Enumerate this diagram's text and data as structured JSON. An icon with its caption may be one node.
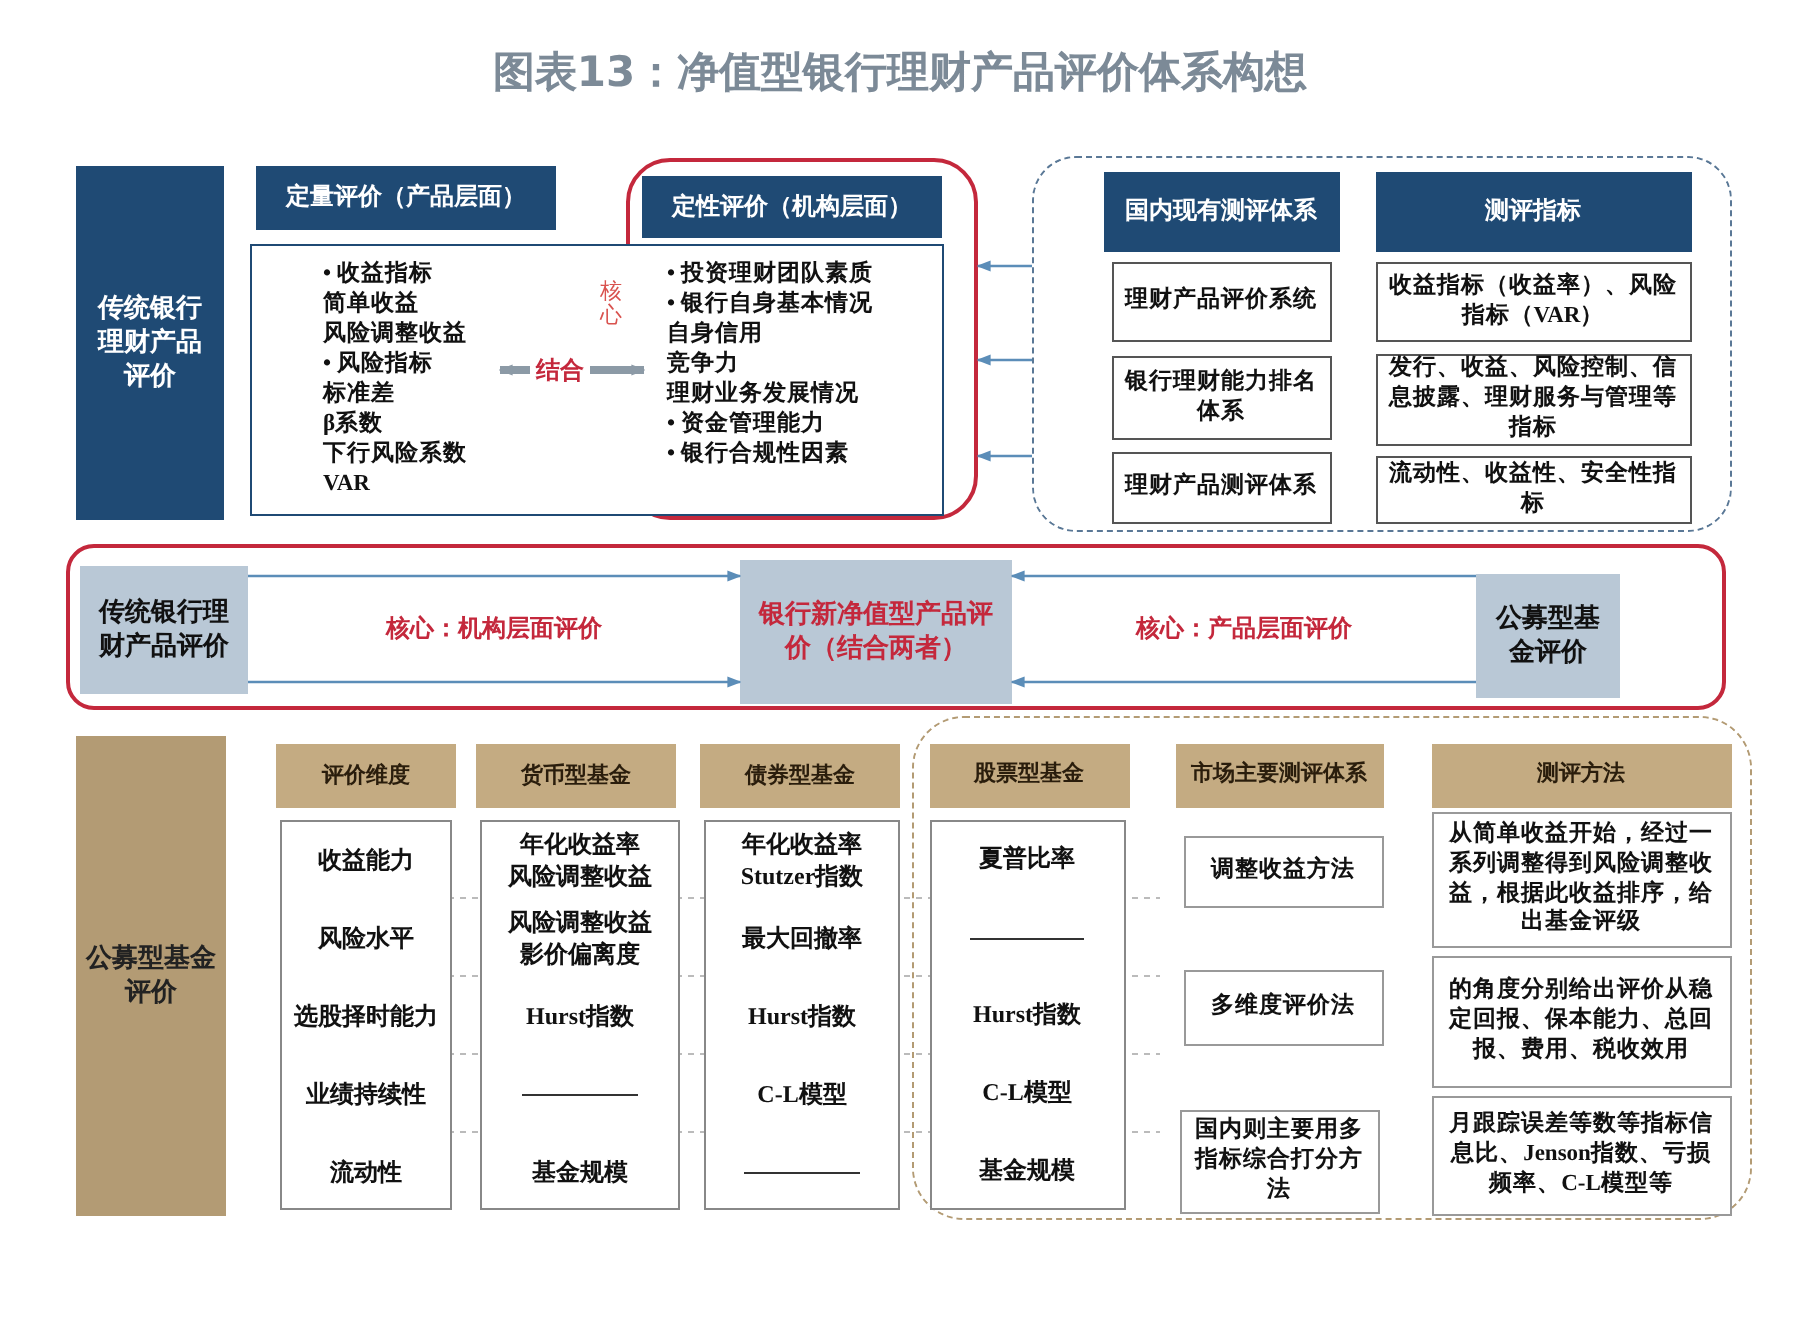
{
  "diagram": {
    "title": "图表13：净值型银行理财产品评价体系构想",
    "nodes": [
      {
        "text": [
          "传统银行理财产品评价"
        ]
      },
      {
        "text": [
          "定量评价（产品层面）"
        ]
      },
      {
        "text": [
          "定性评价（机构层面）"
        ],
        "in": 6
      },
      {
        "text": [],
        "shape": "box"
      },
      {
        "text": [
          "• 收益指标",
          "简单收益",
          "风险调整收益",
          "• 风险指标",
          "标准差",
          "β系数",
          "下行风险系数",
          "VAR"
        ],
        "in": 3
      },
      {
        "text": [
          "• 投资理财团队素质",
          "• 银行自身基本情况",
          "自身信用",
          "竞争力",
          "理财业务发展情况",
          "• 资金管理能力",
          "• 银行合规性因素"
        ]
      },
      {
        "text": [],
        "shape": "box"
      },
      {
        "text": [],
        "shape": "box"
      },
      {
        "text": [
          "国内现有测评体系"
        ],
        "in": 7
      },
      {
        "text": [
          "测评指标"
        ],
        "in": 7
      },
      {
        "text": [
          "理财产品评价系统"
        ],
        "in": 7
      },
      {
        "text": [
          "银行理财能力排名体系"
        ],
        "in": 7
      },
      {
        "text": [
          "理财产品测评体系"
        ],
        "in": 7
      },
      {
        "text": [
          "收益指标（收益率）、风险指标（VAR）"
        ],
        "in": 7
      },
      {
        "text": [
          "发行、收益、风险控制、信息披露、理财服务与管理等指标"
        ],
        "in": 7
      },
      {
        "text": [
          "流动性、收益性、安全性指标"
        ],
        "in": 7
      },
      {
        "text": [],
        "shape": "box"
      },
      {
        "text": [
          "传统银行理财产品评价"
        ],
        "in": 16
      },
      {
        "text": [
          "银行新净值型产品评价（结合两者）"
        ],
        "in": 16
      },
      {
        "text": [
          "公募型基金评价"
        ],
        "in": 16
      },
      {
        "text": [
          "公募型基金评价"
        ]
      },
      {
        "text": [
          "评价维度"
        ]
      },
      {
        "text": [
          "货币型基金"
        ]
      },
      {
        "text": [
          "债券型基金"
        ]
      },
      {
        "text": [],
        "shape": "box"
      },
      {
        "text": [
          "股票型基金"
        ],
        "in": 24
      },
      {
        "text": [
          "市场主要测评体系"
        ],
        "in": 24
      },
      {
        "text": [
          "测评方法"
        ],
        "in": 24
      },
      {
        "text": [
          "收益能力",
          "风险水平",
          "选股择时能力",
          "业绩持续性",
          "流动性"
        ]
      },
      {
        "text": [
          "年化收益率",
          "风险调整收益",
          "风险调整收益",
          "影价偏离度",
          "Hurst指数",
          "基金规模"
        ]
      },
      {
        "text": [
          "年化收益率",
          "Stutzer指数",
          "最大回撤率",
          "Hurst指数",
          "C-L模型"
        ]
      },
      {
        "text": [
          "夏普比率",
          "Hurst指数",
          "C-L模型",
          "基金规模"
        ],
        "in": 24
      },
      {
        "text": [
          "调整收益方法"
        ],
        "in": 24
      },
      {
        "text": [
          "多维度评价法"
        ],
        "in": 24
      },
      {
        "text": [
          "国内则主要用多指标综合打分方法"
        ],
        "in": 24
      },
      {
        "text": [
          "从简单收益开始，经过一系列调整得到风险调整收益，根据此收益排序，给出基金评级"
        ],
        "in": 24
      },
      {
        "text": [
          "的角度分别给出评价从稳定回报、保本能力、总回报、费用、税收效用"
        ],
        "in": 24
      },
      {
        "text": [
          "月跟踪误差等数等指标信息比、Jenson指数、亏损频率、C-L模型等"
        ],
        "in": 24
      }
    ],
    "edges": [
      {
        "from": 4,
        "to": 5,
        "arrow": "both",
        "label": "结合",
        "style": "thick",
        "color": "#8c9aa6"
      },
      {
        "from": 7,
        "to": 6,
        "arrow": "to"
      },
      {
        "from": 7,
        "to": 6,
        "arrow": "to"
      },
      {
        "from": 7,
        "to": 6,
        "arrow": "to"
      },
      {
        "from": 17,
        "to": 18,
        "arrow": "to",
        "label": "核心：机构层面评价"
      },
      {
        "from": 17,
        "to": 18,
        "arrow": "to"
      },
      {
        "from": 19,
        "to": 18,
        "arrow": "to",
        "label": "核心：产品层面评价"
      },
      {
        "from": 19,
        "to": 18,
        "arrow": "to"
      }
    ],
    "labels": [
      "核心"
    ]
  }
}
